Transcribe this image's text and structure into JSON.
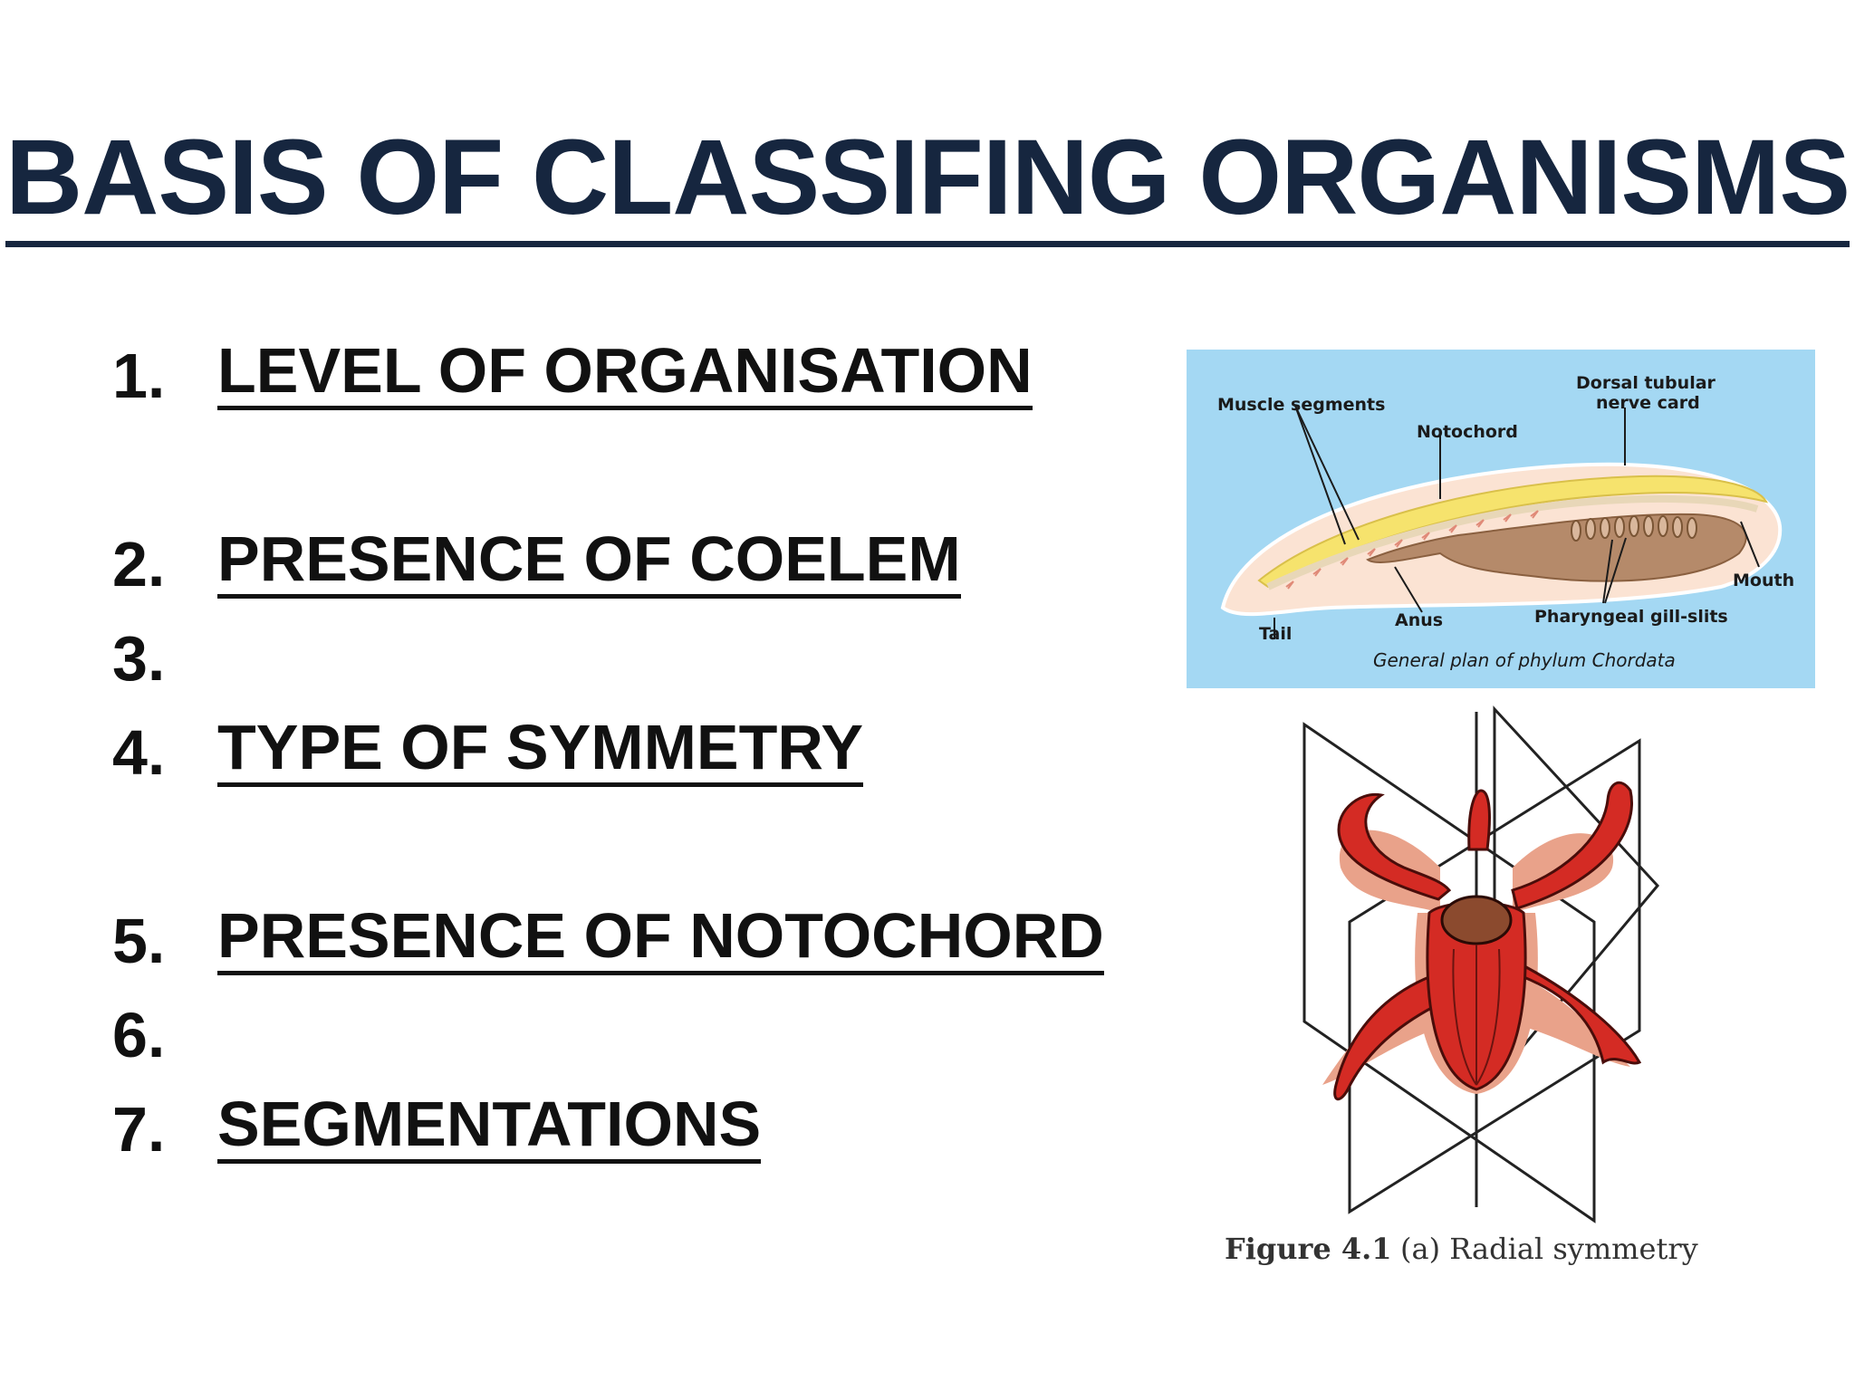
{
  "title": "BASIS OF CLASSIFING ORGANISMS",
  "items": [
    {
      "number": "1.",
      "label": "LEVEL OF ORGANISATION"
    },
    {
      "number": "2.",
      "label": "PRESENCE OF COELEM"
    },
    {
      "number": "3.",
      "label": ""
    },
    {
      "number": "4.",
      "label": "TYPE OF SYMMETRY"
    },
    {
      "number": "5.",
      "label": "PRESENCE OF NOTOCHORD"
    },
    {
      "number": "6.",
      "label": ""
    },
    {
      "number": "7.",
      "label": "SEGMENTATIONS"
    }
  ],
  "figure_chordata": {
    "labels": {
      "muscle_segments": "Muscle segments",
      "notochord": "Notochord",
      "nerve_line1": "Dorsal tubular",
      "nerve_line2": "nerve card",
      "mouth": "Mouth",
      "tail": "Tail",
      "anus": "Anus",
      "gill_slits": "Pharyngeal gill-slits"
    },
    "caption": "General plan of phylum Chordata",
    "background_color": "#a4d8f3"
  },
  "figure_radial": {
    "caption_bold": "Figure 4.1",
    "caption_rest": "(a)  Radial symmetry",
    "body_color": "#d42b24",
    "shadow_color": "#e9a28a"
  },
  "colors": {
    "title": "#16263f",
    "text": "#111111"
  }
}
